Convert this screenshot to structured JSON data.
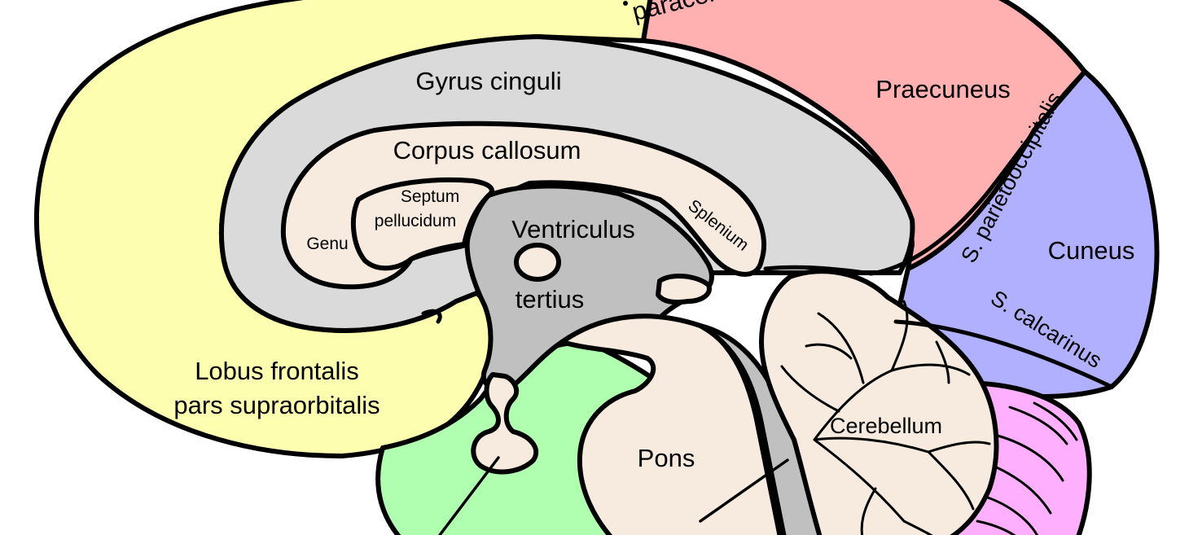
{
  "diagram": {
    "labels": {
      "lobulus_paracentralis": "paracentralis",
      "gyrus_cinguli": "Gyrus cinguli",
      "praecuneus": "Praecuneus",
      "corpus_callosum": "Corpus callosum",
      "septum_line1": "Septum",
      "septum_line2": "pellucidum",
      "genu": "Genu",
      "ventriculus": "Ventriculus",
      "tertius": "tertius",
      "splenium": "Splenium",
      "s_parietooccipitalis": "S. parietooccipitalis",
      "cuneus": "Cuneus",
      "s_calcarinus": "S. calcarinus",
      "lobus_frontalis_line1": "Lobus frontalis",
      "lobus_frontalis_line2": "pars supraorbitalis",
      "cerebellum": "Cerebellum",
      "pons": "Pons"
    },
    "colors": {
      "frontal_lobe": "#fefeb0",
      "parietal_lobe": "#ffb0b0",
      "occipital_lobe": "#b0b0fe",
      "temporal_lobe": "#b0feb0",
      "cerebellum_hemisphere": "#feb0fe",
      "cingulate": "#dadada",
      "ventricle": "#c0c0c0",
      "tissue": "#f7ebdf",
      "outline": "#000000"
    }
  }
}
